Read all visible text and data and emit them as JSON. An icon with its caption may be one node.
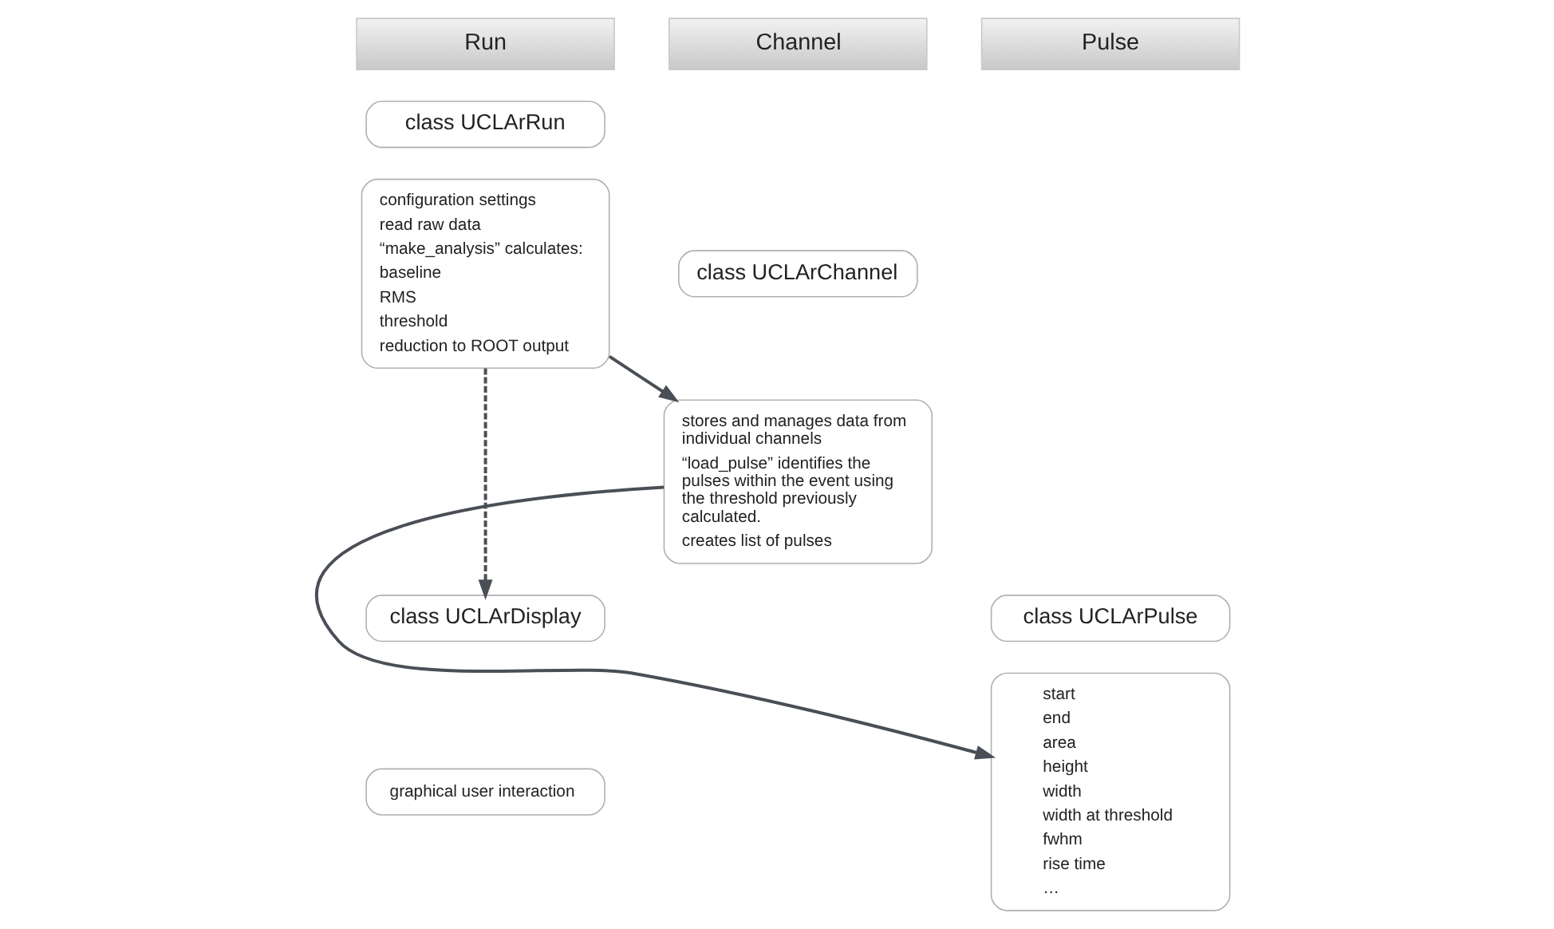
{
  "diagram": {
    "nodes": [
      {
        "text": [
          "Run"
        ]
      },
      {
        "text": [
          "Channel"
        ]
      },
      {
        "text": [
          "Pulse"
        ]
      },
      {
        "text": [
          "class UCLArRun"
        ]
      },
      {
        "text": [
          "configuration settings",
          "read raw data",
          "“make_analysis” calculates:",
          "baseline",
          "RMS",
          "threshold",
          "reduction to ROOT output"
        ]
      },
      {
        "text": [
          "class UCLArChannel"
        ]
      },
      {
        "text": [
          "stores and manages data from individual channels",
          "“load_pulse” identifies the pulses within the event using the threshold previously calculated.",
          "creates list of pulses"
        ]
      },
      {
        "text": [
          "class UCLArPulse"
        ]
      },
      {
        "text": [
          "start",
          "end",
          "area",
          "height",
          "width",
          "width at threshold",
          "fwhm",
          "rise time",
          "…"
        ]
      },
      {
        "text": [
          "class UCLArDisplay"
        ]
      },
      {
        "text": [
          "graphical user interaction"
        ]
      }
    ],
    "edges": [
      {
        "from": 4,
        "to": 6,
        "arrow": "to"
      },
      {
        "from": 6,
        "to": 8,
        "arrow": "to"
      },
      {
        "from": 4,
        "to": 9,
        "arrow": "to",
        "style": "dashed"
      }
    ]
  }
}
